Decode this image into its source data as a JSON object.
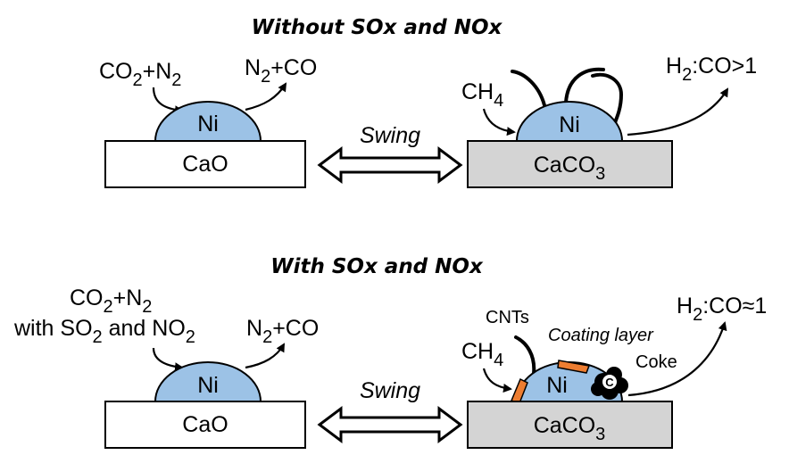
{
  "colors": {
    "ni_fill": "#9cc2e6",
    "caco3_fill": "#d4d4d4",
    "cao_fill": "#ffffff",
    "coating_fill": "#ed7d31",
    "outline": "#000000"
  },
  "top_panel": {
    "title": "Without SOx and NOx",
    "left": {
      "reactant_a": "CO",
      "sub_a": "2",
      "reactant_plus": "+N",
      "sub_b": "2",
      "product_a": "N",
      "product_sub": "2",
      "product_b": "+CO",
      "particle": "Ni",
      "support": "CaO"
    },
    "swing": "Swing",
    "right": {
      "feed": "CH",
      "feed_sub": "4",
      "particle": "Ni",
      "support": "CaCO",
      "support_sub": "3",
      "ratio_a": "H",
      "ratio_sub": "2",
      "ratio_b": ":CO>1"
    }
  },
  "bottom_panel": {
    "title": "With SOx and NOx",
    "left": {
      "reactant_a": "CO",
      "sub_a": "2",
      "reactant_plus": "+N",
      "sub_b": "2",
      "impurity_a": "with SO",
      "impurity_sub_a": "2",
      "impurity_b": " and NO",
      "impurity_sub_b": "2",
      "product_a": "N",
      "product_sub": "2",
      "product_b": "+CO",
      "particle": "Ni",
      "support": "CaO"
    },
    "swing": "Swing",
    "right": {
      "cnts": "CNTs",
      "coating": "Coating layer",
      "coke": "Coke",
      "coke_symbol": "C",
      "feed": "CH",
      "feed_sub": "4",
      "particle": "Ni",
      "support": "CaCO",
      "support_sub": "3",
      "ratio_a": "H",
      "ratio_sub": "2",
      "ratio_b": ":CO≈1"
    }
  }
}
